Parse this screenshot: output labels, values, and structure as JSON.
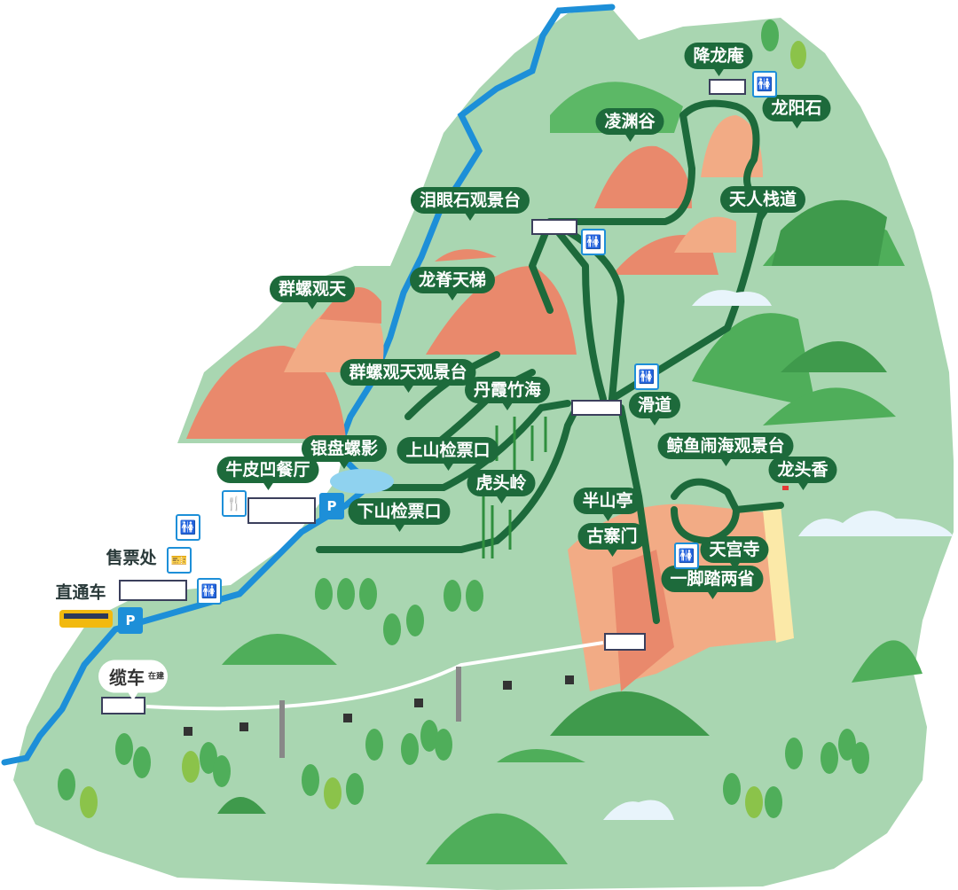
{
  "labels": {
    "jianglongan": "降龙庵",
    "longyangshi": "龙阳石",
    "lingyuangu": "凌渊谷",
    "tianrenzhandao": "天人栈道",
    "leiyanshi": "泪眼石观景台",
    "longjitianti": "龙脊天梯",
    "qunluoguantian": "群螺观天",
    "qunluoguantian_viewpoint": "群螺观天观景台",
    "danxiazhuhai": "丹霞竹海",
    "huadao": "滑道",
    "yinpanluoying": "银盘螺影",
    "shangshan_gate": "上山检票口",
    "jingyu_viewpoint": "鲸鱼闹海观景台",
    "longtouxiang": "龙头香",
    "niupiao_restaurant": "牛皮凹餐厅",
    "hutouling": "虎头岭",
    "banshanting": "半山亭",
    "xiashan_gate": "下山检票口",
    "guzhaimen": "古寨门",
    "tiangongsi": "天宫寺",
    "yijiao": "一脚踏两省",
    "ticket_office": "售票处",
    "shuttle_bus": "直通车",
    "cable_car": "缆车",
    "cable_car_status": "在建"
  },
  "icons": {
    "toilet": "🚻",
    "parking": "P",
    "restaurant": "🍴",
    "ticket": "🎫"
  },
  "colors": {
    "land": "#a9d6b1",
    "river": "#1d8fd8",
    "path": "#1d6a3b",
    "mountain": "#e9896c",
    "hill": "#4fae5a"
  }
}
